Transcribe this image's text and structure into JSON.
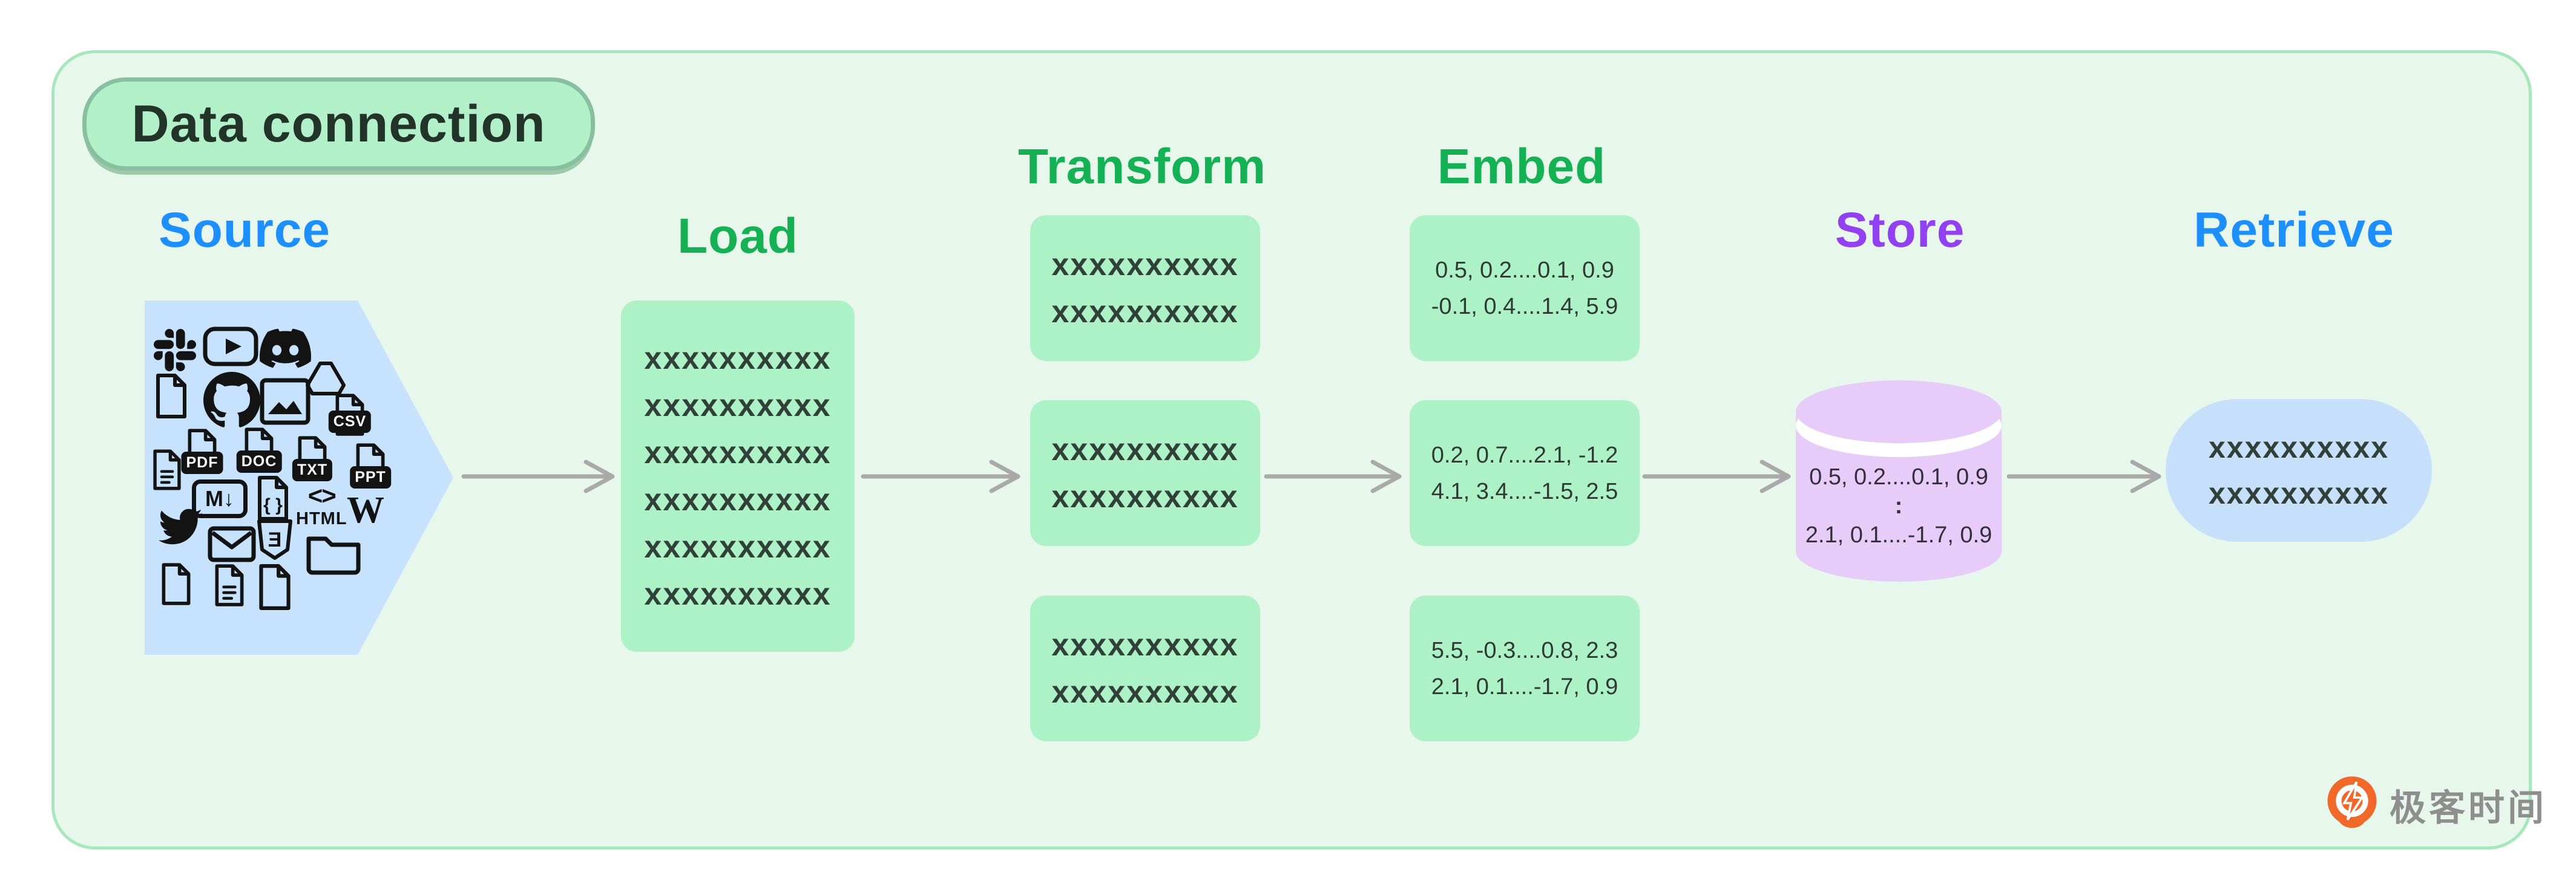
{
  "title_badge": {
    "label": "Data connection"
  },
  "headings": {
    "source": "Source",
    "load": "Load",
    "transform": "Transform",
    "embed": "Embed",
    "store": "Store",
    "retrieve": "Retrieve"
  },
  "colors": {
    "heading_blue": "#1e8fff",
    "heading_green": "#17b155",
    "heading_purple": "#9140f2",
    "panel_background": "#e8f7ec",
    "panel_border": "#a6e7bb",
    "badge_fill": "#b2f0c9",
    "badge_border": "#88bf9e",
    "source_shape_fill": "#c6e2fc",
    "green_box_fill": "#adf1c7",
    "cylinder_fill": "#e7ccf9",
    "retrieve_fill": "#c6e0fb",
    "arrow_gray": "#a9a9a9",
    "icon_black": "#131313",
    "logo_orange": "#f0692a"
  },
  "source_icons": [
    {
      "name": "slack-icon"
    },
    {
      "name": "youtube-icon"
    },
    {
      "name": "discord-icon"
    },
    {
      "name": "file-icon"
    },
    {
      "name": "github-icon"
    },
    {
      "name": "image-icon"
    },
    {
      "name": "google-drive-icon"
    },
    {
      "name": "csv-file-icon",
      "label": "CSV"
    },
    {
      "name": "text-file-icon"
    },
    {
      "name": "pdf-file-icon",
      "label": "PDF"
    },
    {
      "name": "doc-file-icon",
      "label": "DOC"
    },
    {
      "name": "txt-file-icon",
      "label": "TXT"
    },
    {
      "name": "ppt-file-icon",
      "label": "PPT"
    },
    {
      "name": "markdown-icon",
      "label": "M↓"
    },
    {
      "name": "json-file-icon",
      "label": "{ }"
    },
    {
      "name": "html-icon",
      "glyph": "<>",
      "label": "HTML"
    },
    {
      "name": "wikipedia-icon",
      "label": "W"
    },
    {
      "name": "twitter-icon"
    },
    {
      "name": "mail-icon"
    },
    {
      "name": "css-shield-icon",
      "label": "Ǝ"
    },
    {
      "name": "folder-icon"
    },
    {
      "name": "file-icon"
    },
    {
      "name": "text-file-icon"
    },
    {
      "name": "file-icon"
    }
  ],
  "load": {
    "lines": [
      "xxxxxxxxxx",
      "xxxxxxxxxx",
      "xxxxxxxxxx",
      "xxxxxxxxxx",
      "xxxxxxxxxx",
      "xxxxxxxxxx"
    ]
  },
  "transform": {
    "boxes": [
      [
        "xxxxxxxxxx",
        "xxxxxxxxxx"
      ],
      [
        "xxxxxxxxxx",
        "xxxxxxxxxx"
      ],
      [
        "xxxxxxxxxx",
        "xxxxxxxxxx"
      ]
    ]
  },
  "embed": {
    "boxes": [
      [
        "0.5, 0.2....0.1, 0.9",
        "-0.1, 0.4....1.4, 5.9"
      ],
      [
        "0.2, 0.7....2.1, -1.2",
        "4.1, 3.4....-1.5, 2.5"
      ],
      [
        "5.5, -0.3....0.8, 2.3",
        "2.1, 0.1....-1.7, 0.9"
      ]
    ]
  },
  "store": {
    "lines": [
      "0.5, 0.2....0.1, 0.9",
      ":",
      "2.1, 0.1....-1.7, 0.9"
    ]
  },
  "retrieve": {
    "lines": [
      "xxxxxxxxxx",
      "xxxxxxxxxx"
    ]
  },
  "logo": {
    "text": "极客时间"
  }
}
